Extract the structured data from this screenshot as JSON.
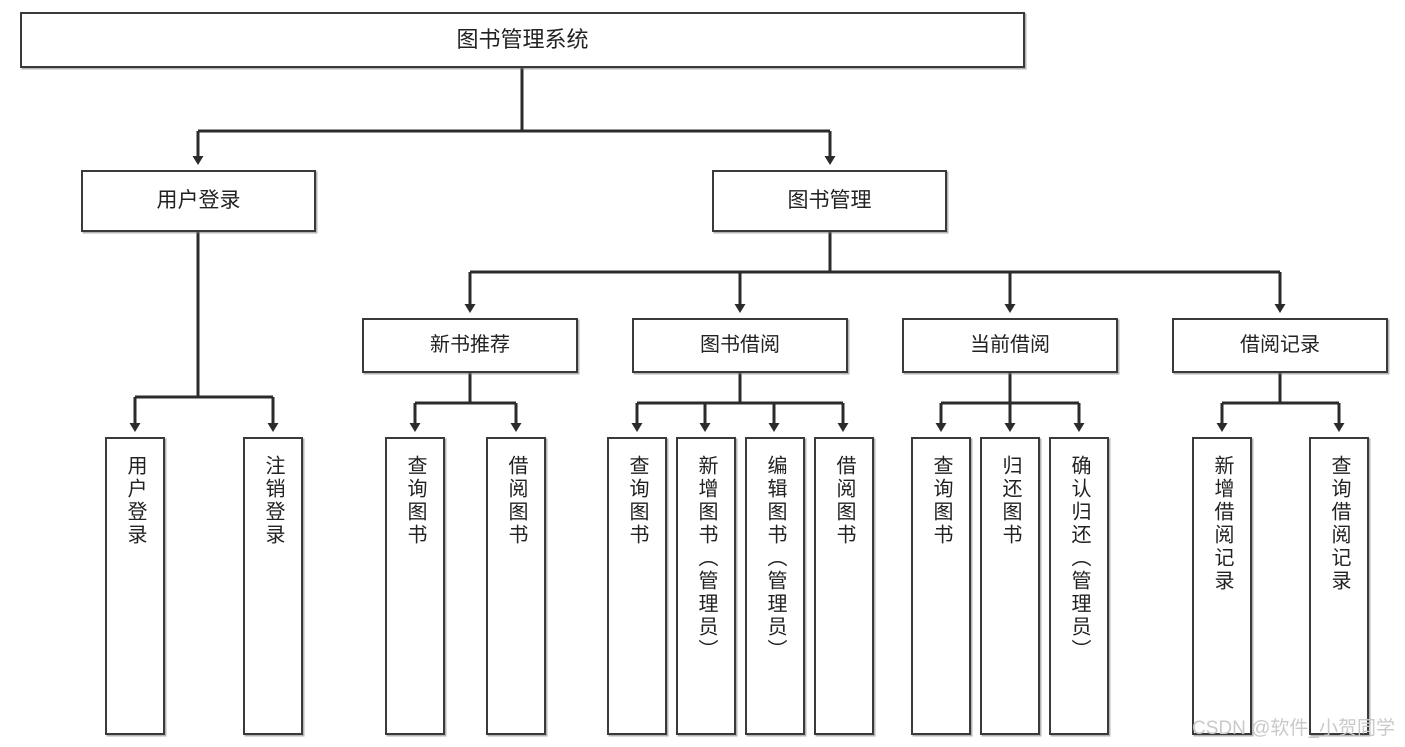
{
  "diagram": {
    "title": "图书管理系统",
    "type": "tree-hierarchy-chart",
    "orientation": "top-down",
    "colors": {
      "box_border": "#3a3a3a",
      "box_fill": "#ffffff",
      "connector": "#2b2b2b",
      "text": "#222222",
      "watermark": "#c9c9c9",
      "canvas": "#ffffff"
    }
  },
  "root": {
    "label": "图书管理系统"
  },
  "level2": [
    {
      "label": "用户登录"
    },
    {
      "label": "图书管理"
    }
  ],
  "level3": [
    {
      "label": "新书推荐"
    },
    {
      "label": "图书借阅"
    },
    {
      "label": "当前借阅"
    },
    {
      "label": "借阅记录"
    }
  ],
  "leaves": {
    "user_login": [
      {
        "label": "用户登录"
      },
      {
        "label": "注销登录"
      }
    ],
    "new_book_recommend": [
      {
        "label": "查询图书"
      },
      {
        "label": "借阅图书"
      }
    ],
    "book_borrow": [
      {
        "label": "查询图书"
      },
      {
        "label": "新增图书（管理员）"
      },
      {
        "label": "编辑图书（管理员）"
      },
      {
        "label": "借阅图书"
      }
    ],
    "current_borrow": [
      {
        "label": "查询图书"
      },
      {
        "label": "归还图书"
      },
      {
        "label": "确认归还（管理员）"
      }
    ],
    "borrow_record": [
      {
        "label": "新增借阅记录"
      },
      {
        "label": "查询借阅记录"
      }
    ]
  },
  "watermark": {
    "text": "CSDN @软件_小贺同学"
  }
}
